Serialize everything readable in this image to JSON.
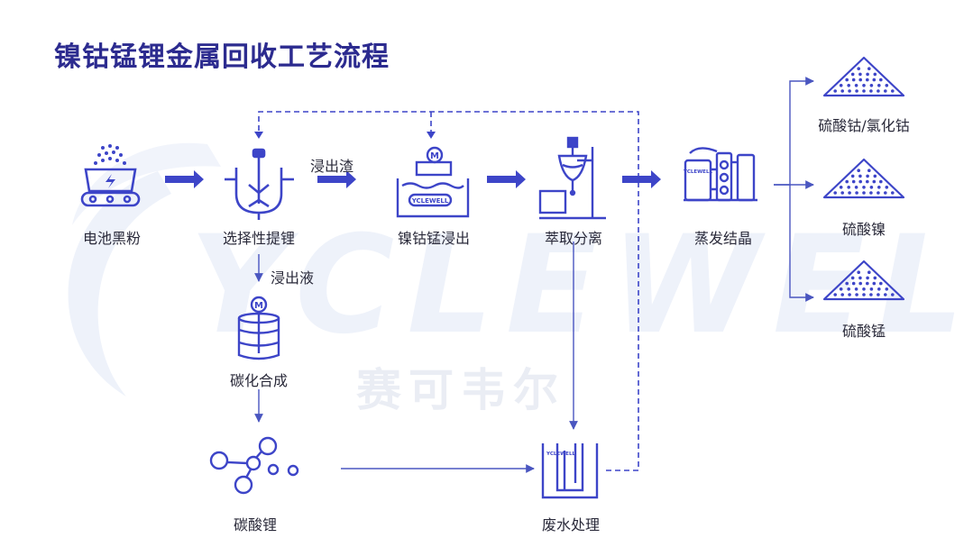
{
  "title": "镍钴锰锂金属回收工艺流程",
  "watermark": {
    "brand_en": "YCLEWELL",
    "brand_cn": "赛可韦尔"
  },
  "device_brand": "YCLEWELL",
  "colors": {
    "accent": "#3d45c8",
    "line": "#4a56c0",
    "dotted": "#3d45c8",
    "watermark": "#eef2fa"
  },
  "nodes": {
    "battery_powder": {
      "label": "电池黑粉",
      "icon": "battery-powder-icon"
    },
    "selective_li": {
      "label": "选择性提锂",
      "icon": "reactor-icon"
    },
    "leach": {
      "label": "镍钴锰浸出",
      "icon": "leach-tank-icon"
    },
    "extraction": {
      "label": "萃取分离",
      "icon": "separatory-funnel-icon"
    },
    "evaporation": {
      "label": "蒸发结晶",
      "icon": "evaporator-icon"
    },
    "carbonation": {
      "label": "碳化合成",
      "icon": "carbonation-tank-icon"
    },
    "li_carbonate": {
      "label": "碳酸锂",
      "icon": "molecule-icon"
    },
    "wastewater": {
      "label": "废水处理",
      "icon": "wastewater-tank-icon"
    }
  },
  "products": [
    {
      "label": "硫酸钴/氯化钴",
      "icon": "crystal-pile-icon"
    },
    {
      "label": "硫酸镍",
      "icon": "crystal-pile-icon"
    },
    {
      "label": "硫酸锰",
      "icon": "crystal-pile-icon"
    }
  ],
  "edges": {
    "leach_residue": "浸出渣",
    "leach_liquor": "浸出液"
  }
}
